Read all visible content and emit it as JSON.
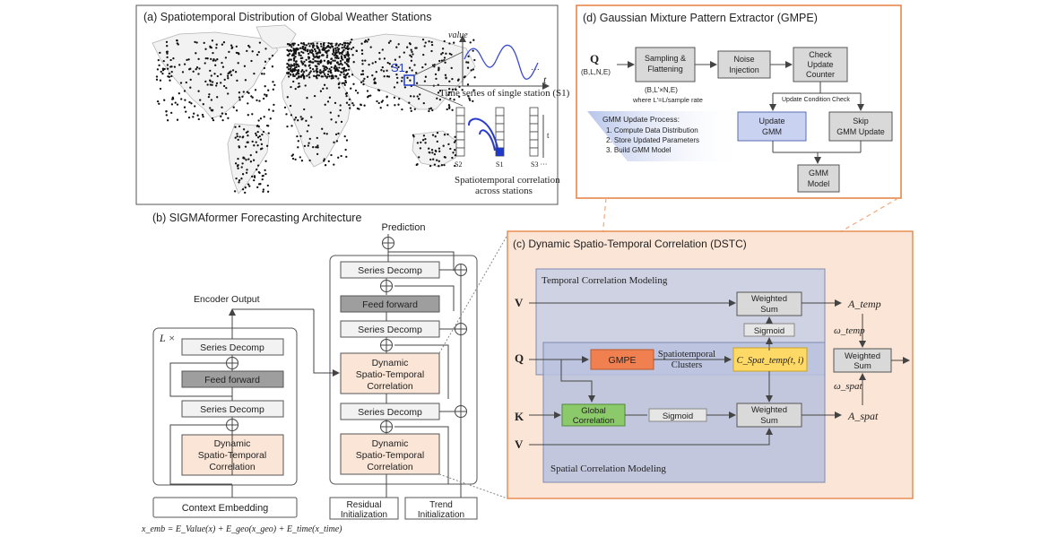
{
  "panel_a": {
    "title": "(a) Spatiotemporal Distribution of Global Weather Stations",
    "station_label": "S1",
    "value_axis": "value",
    "time_axis": "t",
    "ellipsis": "···",
    "ts_caption": "Time series of single station (S1)",
    "stack_labels": [
      "S2",
      "S1",
      "S3 ···"
    ],
    "stack_t": "t",
    "corr_caption_1": "Spatiotemporal correlation",
    "corr_caption_2": "across stations"
  },
  "panel_b": {
    "title": "(b) SIGMAformer Forecasting Architecture",
    "prediction": "Prediction",
    "encoder_output": "Encoder Output",
    "layer_label": "L ×",
    "enc_series_decomp_1": "Series Decomp",
    "enc_feed_forward": "Feed forward",
    "enc_series_decomp_2": "Series Decomp",
    "enc_dstc_1": "Dynamic",
    "enc_dstc_2": "Spatio-Temporal",
    "enc_dstc_3": "Correlation",
    "dec_series_decomp_1": "Series Decomp",
    "dec_feed_forward": "Feed forward",
    "dec_series_decomp_2": "Series Decomp",
    "dec_dstc_a_1": "Dynamic",
    "dec_dstc_a_2": "Spatio-Temporal",
    "dec_dstc_a_3": "Correlation",
    "dec_series_decomp_3": "Series Decomp",
    "dec_dstc_b_1": "Dynamic",
    "dec_dstc_b_2": "Spatio-Temporal",
    "dec_dstc_b_3": "Correlation",
    "context_embedding": "Context Embedding",
    "residual_1": "Residual",
    "residual_2": "Initialization",
    "trend_1": "Trend",
    "trend_2": "Initialization",
    "embedding_formula": "x_emb = E_Value(x) + E_geo(x_geo) + E_time(x_time)"
  },
  "panel_c": {
    "title": "(c) Dynamic Spatio-Temporal Correlation (DSTC)",
    "temporal_title": "Temporal Correlation Modeling",
    "spatial_title": "Spatial Correlation Modeling",
    "input_v1": "V",
    "input_q": "Q",
    "input_k": "K",
    "input_v2": "V",
    "gmpe": "GMPE",
    "clusters_1": "Spatiotemporal",
    "clusters_2": "Clusters",
    "c_spat_temp": "C_Spat_temp(t, i)",
    "ws_top_1": "Weighted",
    "ws_top_2": "Sum",
    "sigmoid_top": "Sigmoid",
    "global_corr_1": "Global",
    "global_corr_2": "Correlation",
    "sigmoid_bottom": "Sigmoid",
    "ws_bottom_1": "Weighted",
    "ws_bottom_2": "Sum",
    "ws_right_1": "Weighted",
    "ws_right_2": "Sum",
    "a_temp": "A_temp",
    "a_spat": "A_spat",
    "w_temp": "ω_temp",
    "w_spat": "ω_spat"
  },
  "panel_d": {
    "title": "(d) Gaussian Mixture Pattern Extractor (GMPE)",
    "q_label": "Q",
    "q_shape": "(B,L,N,E)",
    "sampling_1": "Sampling &",
    "sampling_2": "Flattening",
    "flat_shape": "(B,L'×N,E)",
    "where_note": "where L'=L/sample rate",
    "noise_1": "Noise",
    "noise_2": "Injection",
    "check_1": "Check",
    "check_2": "Update",
    "check_3": "Counter",
    "update_check": "Update Condition Check",
    "update_gmm_1": "Update",
    "update_gmm_2": "GMM",
    "skip_1": "Skip",
    "skip_2": "GMM Update",
    "gmm_model_1": "GMM",
    "gmm_model_2": "Model",
    "process_title": "GMM Update Process:",
    "process_steps": [
      "1.    Compute Data Distribution",
      "2.    Store Updated Parameters",
      "3.    Build GMM Model"
    ]
  },
  "colors": {
    "accent_orange": "#e8874a",
    "dstc_fill": "#fbe5d6",
    "temporal_fill": "#c9cfe3",
    "gmpe_fill": "#f08050",
    "cspat_fill": "#ffd966",
    "global_fill": "#8bc96b",
    "ff_fill": "#9e9e9e"
  }
}
